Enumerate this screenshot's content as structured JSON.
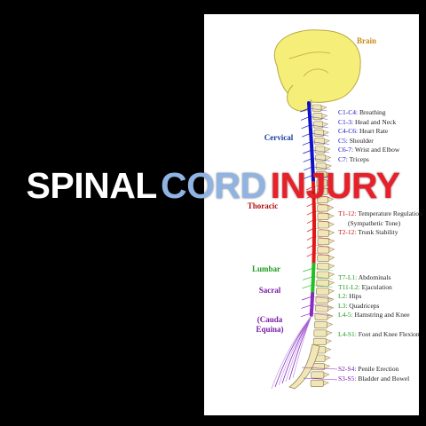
{
  "title": {
    "word1": "SPINAL",
    "word2": "CORD",
    "word3": "INJURY",
    "color1": "#ffffff",
    "color2": "#8fb4e3",
    "color3": "#e8202a"
  },
  "diagram": {
    "brain_label": "Brain",
    "regions": {
      "cervical": "Cervical",
      "thoracic": "Thoracic",
      "lumbar": "Lumbar",
      "sacral": "Sacral",
      "cauda_line1": "(Cauda",
      "cauda_line2": "Equina)"
    },
    "cervical_functions": [
      {
        "code": "C1-C4:",
        "text": "Breathing"
      },
      {
        "code": "C1-3:",
        "text": "Head and Neck"
      },
      {
        "code": "C4-C6:",
        "text": "Heart Rate"
      },
      {
        "code": "C5:",
        "text": "Shoulder"
      },
      {
        "code": "C6-7:",
        "text": "Wrist and Elbow"
      },
      {
        "code": "C7:",
        "text": "Triceps"
      }
    ],
    "thoracic_functions": [
      {
        "code": "T1-12:",
        "text": "Temperature Regulation"
      },
      {
        "code": "",
        "text": "(Sympathetic Tone)"
      },
      {
        "code": "T2-12:",
        "text": "Trunk Stability"
      }
    ],
    "lumbar_functions": [
      {
        "code": "T7-L1:",
        "text": "Abdominals"
      },
      {
        "code": "T11-L2:",
        "text": "Ejaculation"
      },
      {
        "code": "L2:",
        "text": "Hips"
      },
      {
        "code": "L3:",
        "text": "Quadriceps"
      },
      {
        "code": "L4-5:",
        "text": "Hamstring and Knee"
      }
    ],
    "sacral_functions": [
      {
        "code": "L4-S1:",
        "text": "Foot and Knee Flexion"
      }
    ],
    "cauda_functions": [
      {
        "code": "S2-S4:",
        "text": "Penile Erection"
      },
      {
        "code": "S3-S5:",
        "text": "Bladder and Bowel"
      }
    ],
    "colors": {
      "brain": "#f5ef7a",
      "brain_label": "#c98a16",
      "cervical": "#1010c8",
      "thoracic": "#e01818",
      "lumbar": "#22c022",
      "sacral": "#8a2ac0",
      "vertebra": "#f0e6b8",
      "vertebra_outline": "#8a7a4a"
    }
  }
}
